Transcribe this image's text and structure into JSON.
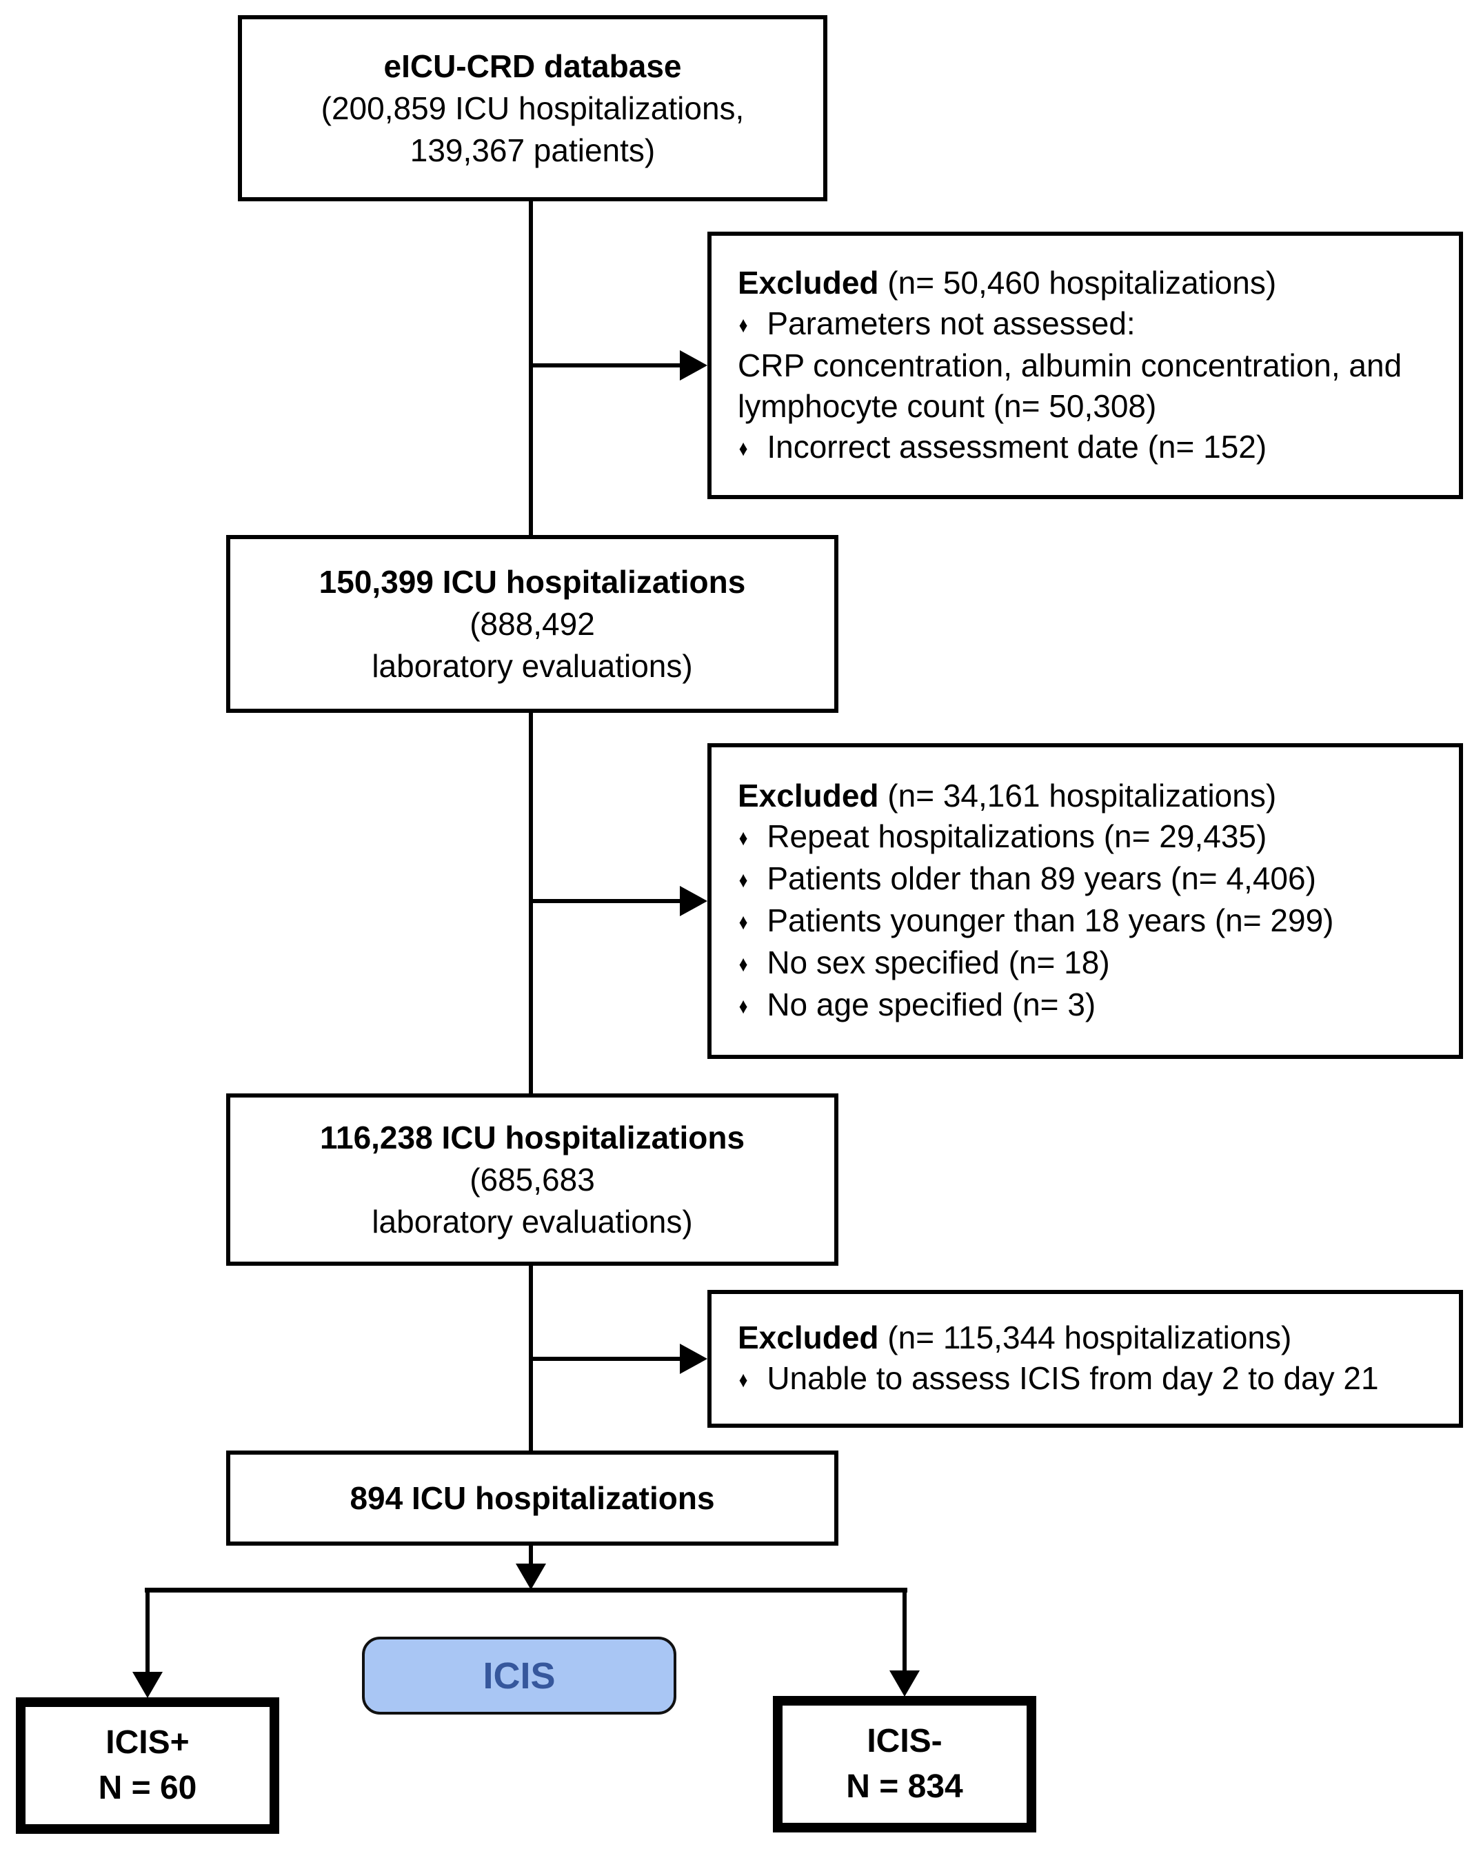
{
  "figure": {
    "bullet_char": "♦",
    "boxes": {
      "database": {
        "title": "eICU-CRD database",
        "line2": "(200,859 ICU hospitalizations,",
        "line3": "139,367 patients)"
      },
      "hosp_150399": {
        "title": "150,399 ICU hospitalizations",
        "line2": "(888,492",
        "line3": "laboratory evaluations)"
      },
      "hosp_116238": {
        "title": "116,238 ICU hospitalizations",
        "line2": "(685,683",
        "line3": "laboratory evaluations)"
      },
      "hosp_894": {
        "title": "894 ICU hospitalizations"
      },
      "icis_pill": {
        "label": "ICIS"
      },
      "icis_positive": {
        "line1": "ICIS+",
        "line2": "N = 60"
      },
      "icis_negative": {
        "line1": "ICIS-",
        "line2": "N = 834"
      }
    },
    "excluded": [
      {
        "header_bold": "Excluded",
        "header_rest": " (n= 50,460 hospitalizations)",
        "items": [
          {
            "bullet": true,
            "text": "Parameters not assessed:"
          },
          {
            "bullet": false,
            "text": "CRP concentration, albumin concentration, and lymphocyte count (n= 50,308)"
          },
          {
            "bullet": true,
            "text": "Incorrect assessment date (n= 152)"
          }
        ]
      },
      {
        "header_bold": "Excluded",
        "header_rest": " (n= 34,161 hospitalizations)",
        "items": [
          {
            "bullet": true,
            "text": "Repeat hospitalizations (n= 29,435)"
          },
          {
            "bullet": true,
            "text": "Patients older than 89 years (n= 4,406)"
          },
          {
            "bullet": true,
            "text": "Patients younger than 18 years (n= 299)"
          },
          {
            "bullet": true,
            "text": "No sex specified (n= 18)"
          },
          {
            "bullet": true,
            "text": "No age specified (n= 3)"
          }
        ]
      },
      {
        "header_bold": "Excluded",
        "header_rest": " (n= 115,344 hospitalizations)",
        "items": [
          {
            "bullet": true,
            "text": "Unable to assess ICIS from day 2 to day 21"
          }
        ]
      }
    ],
    "colors": {
      "line": "#000000",
      "background": "#ffffff",
      "icis_fill": "#a9c6f4",
      "icis_border": "#111111",
      "icis_text": "#36579c"
    }
  }
}
